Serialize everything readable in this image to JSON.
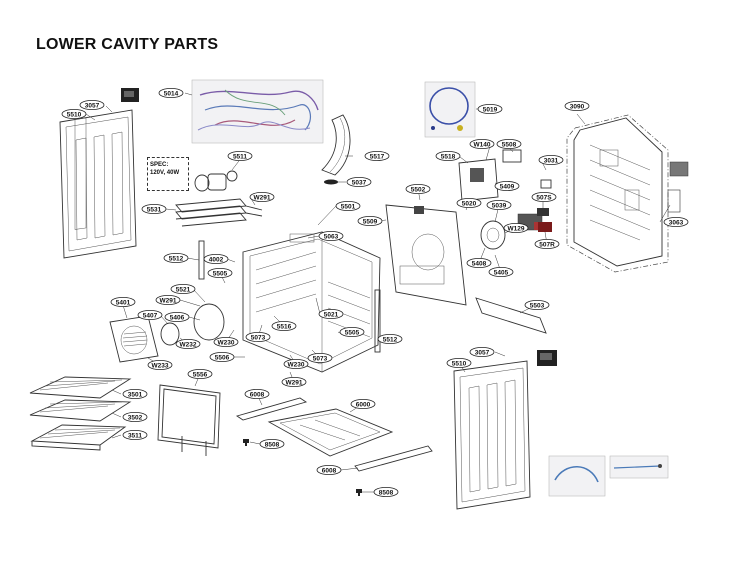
{
  "title": "LOWER CAVITY PARTS",
  "spec": {
    "line1": "SPEC:",
    "line2": "120V, 40W"
  },
  "callouts": [
    {
      "id": "c-3057a",
      "label": "3057"
    },
    {
      "id": "c-5510a",
      "label": "5510"
    },
    {
      "id": "c-5014",
      "label": "5014"
    },
    {
      "id": "c-5019",
      "label": "5019"
    },
    {
      "id": "c-3090",
      "label": "3090"
    },
    {
      "id": "c-5517",
      "label": "5517"
    },
    {
      "id": "c-5511",
      "label": "5511"
    },
    {
      "id": "c-5037",
      "label": "5037"
    },
    {
      "id": "c-5518",
      "label": "5518"
    },
    {
      "id": "c-W140",
      "label": "W140"
    },
    {
      "id": "c-5508",
      "label": "5508"
    },
    {
      "id": "c-3031",
      "label": "3031"
    },
    {
      "id": "c-5409",
      "label": "5409"
    },
    {
      "id": "c-W291a",
      "label": "W291"
    },
    {
      "id": "c-5502",
      "label": "5502"
    },
    {
      "id": "c-507S",
      "label": "507S"
    },
    {
      "id": "c-5531",
      "label": "5531"
    },
    {
      "id": "c-5501",
      "label": "5501"
    },
    {
      "id": "c-5020",
      "label": "5020"
    },
    {
      "id": "c-5039",
      "label": "5039"
    },
    {
      "id": "c-5509",
      "label": "5509"
    },
    {
      "id": "c-3063",
      "label": "3063"
    },
    {
      "id": "c-5063",
      "label": "5063"
    },
    {
      "id": "c-W129",
      "label": "W129"
    },
    {
      "id": "c-507R",
      "label": "507R"
    },
    {
      "id": "c-5512a",
      "label": "5512"
    },
    {
      "id": "c-4002",
      "label": "4002"
    },
    {
      "id": "c-5408",
      "label": "5408"
    },
    {
      "id": "c-5505a",
      "label": "5505"
    },
    {
      "id": "c-5405",
      "label": "5405"
    },
    {
      "id": "c-5521",
      "label": "5521"
    },
    {
      "id": "c-5401",
      "label": "5401"
    },
    {
      "id": "c-W291b",
      "label": "W291"
    },
    {
      "id": "c-5503",
      "label": "5503"
    },
    {
      "id": "c-5407",
      "label": "5407"
    },
    {
      "id": "c-5406",
      "label": "5406"
    },
    {
      "id": "c-5021",
      "label": "5021"
    },
    {
      "id": "c-5516",
      "label": "5516"
    },
    {
      "id": "c-5505b",
      "label": "5505"
    },
    {
      "id": "c-W230a",
      "label": "W230"
    },
    {
      "id": "c-5073a",
      "label": "5073"
    },
    {
      "id": "c-W232",
      "label": "W232"
    },
    {
      "id": "c-5512b",
      "label": "5512"
    },
    {
      "id": "c-5506",
      "label": "5506"
    },
    {
      "id": "c-W230b",
      "label": "W230"
    },
    {
      "id": "c-5073b",
      "label": "5073"
    },
    {
      "id": "c-3057b",
      "label": "3057"
    },
    {
      "id": "c-W233",
      "label": "W233"
    },
    {
      "id": "c-5510b",
      "label": "5510"
    },
    {
      "id": "c-5556",
      "label": "5556"
    },
    {
      "id": "c-W291c",
      "label": "W291"
    },
    {
      "id": "c-3501",
      "label": "3501"
    },
    {
      "id": "c-6008a",
      "label": "6008"
    },
    {
      "id": "c-6000",
      "label": "6000"
    },
    {
      "id": "c-3502",
      "label": "3502"
    },
    {
      "id": "c-3511",
      "label": "3511"
    },
    {
      "id": "c-8508a",
      "label": "8508"
    },
    {
      "id": "c-6008b",
      "label": "6008"
    },
    {
      "id": "c-8508b",
      "label": "8508"
    }
  ]
}
